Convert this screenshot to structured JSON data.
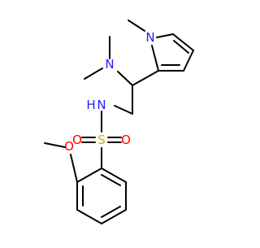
{
  "molecule": {
    "atom_labels": {
      "n_pyrrole": "N",
      "n_dimethylamine": "N",
      "nh": "N",
      "nh_h": "H",
      "s": "S",
      "o_left": "O",
      "o_right": "O",
      "o_methoxy": "O"
    },
    "colors": {
      "bond": "#000000",
      "nitrogen": "#2020ff",
      "oxygen": "#ff0000",
      "sulfur": "#c8b400"
    }
  }
}
